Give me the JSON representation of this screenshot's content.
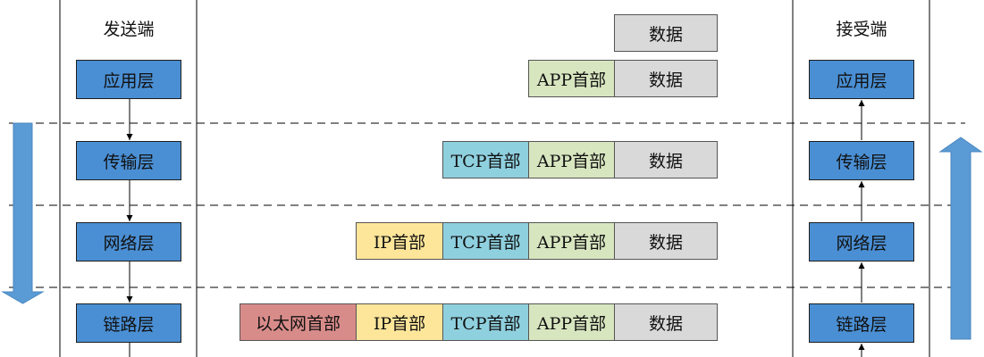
{
  "sender": {
    "title": "发送端",
    "layers": [
      "应用层",
      "传输层",
      "网络层",
      "链路层"
    ]
  },
  "receiver": {
    "title": "接受端",
    "layers": [
      "应用层",
      "传输层",
      "网络层",
      "链路层"
    ]
  },
  "packets": {
    "data_only": [
      "数据"
    ],
    "application": [
      "APP首部",
      "数据"
    ],
    "transport": [
      "TCP首部",
      "APP首部",
      "数据"
    ],
    "network": [
      "IP首部",
      "TCP首部",
      "APP首部",
      "数据"
    ],
    "link": [
      "以太网首部",
      "IP首部",
      "TCP首部",
      "APP首部",
      "数据"
    ]
  },
  "colors": {
    "layer_box": "#4a8fd4",
    "eth_header": "#d88c8a",
    "ip_header": "#fde59a",
    "tcp_header": "#8fd0df",
    "app_header": "#d8e6c0",
    "data": "#d9d9d9",
    "big_arrow": "#5b9bd5"
  }
}
